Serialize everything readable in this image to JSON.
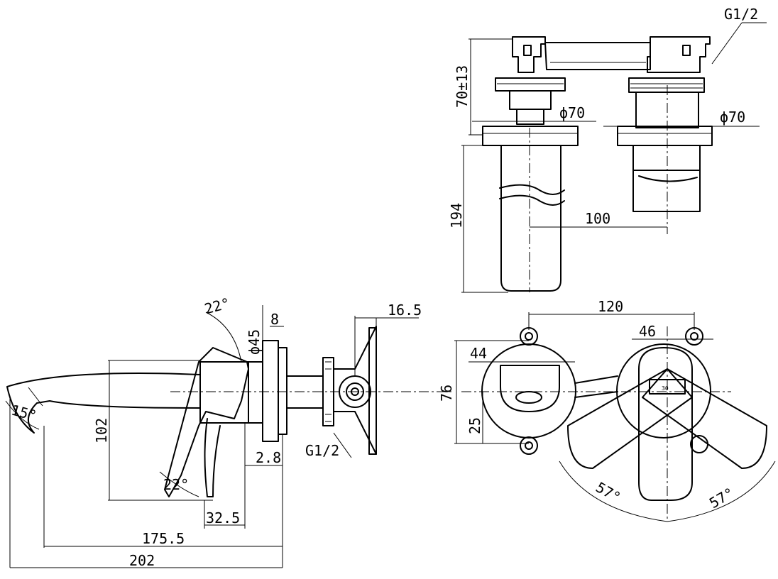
{
  "dimensions": {
    "thread_top": "G1/2",
    "height_70": "70±13",
    "dia_70_left": "ϕ70",
    "dia_70_right": "ϕ70",
    "depth_194": "194",
    "spacing_100": "100",
    "angle_22_top": "22°",
    "dia_45": "ϕ45",
    "plate_8": "8",
    "width_16_5": "16.5",
    "angle_15": "15°",
    "height_102": "102",
    "angle_22_bottom": "22°",
    "thread_bottom": "G1/2",
    "gap_2_8": "2.8",
    "len_32_5": "32.5",
    "len_175_5": "175.5",
    "len_202": "202",
    "width_120": "120",
    "width_46": "46",
    "width_44": "44",
    "height_76": "76",
    "height_25": "25",
    "angle_57_left": "57°",
    "angle_57_right": "57°",
    "center_mark": "30"
  }
}
